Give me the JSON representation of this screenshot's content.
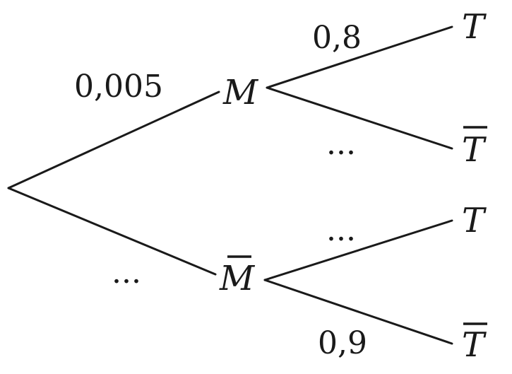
{
  "tree": {
    "root_branches": [
      {
        "probability": "0,005",
        "event": "M",
        "complement": false
      },
      {
        "probability": "...",
        "event": "M",
        "complement": true
      }
    ],
    "sub_branches": [
      {
        "parent": 0,
        "probability": "0,8",
        "event": "T",
        "complement": false
      },
      {
        "parent": 0,
        "probability": "...",
        "event": "T",
        "complement": true
      },
      {
        "parent": 1,
        "probability": "...",
        "event": "T",
        "complement": false
      },
      {
        "parent": 1,
        "probability": "0,9",
        "event": "T",
        "complement": true
      }
    ]
  }
}
